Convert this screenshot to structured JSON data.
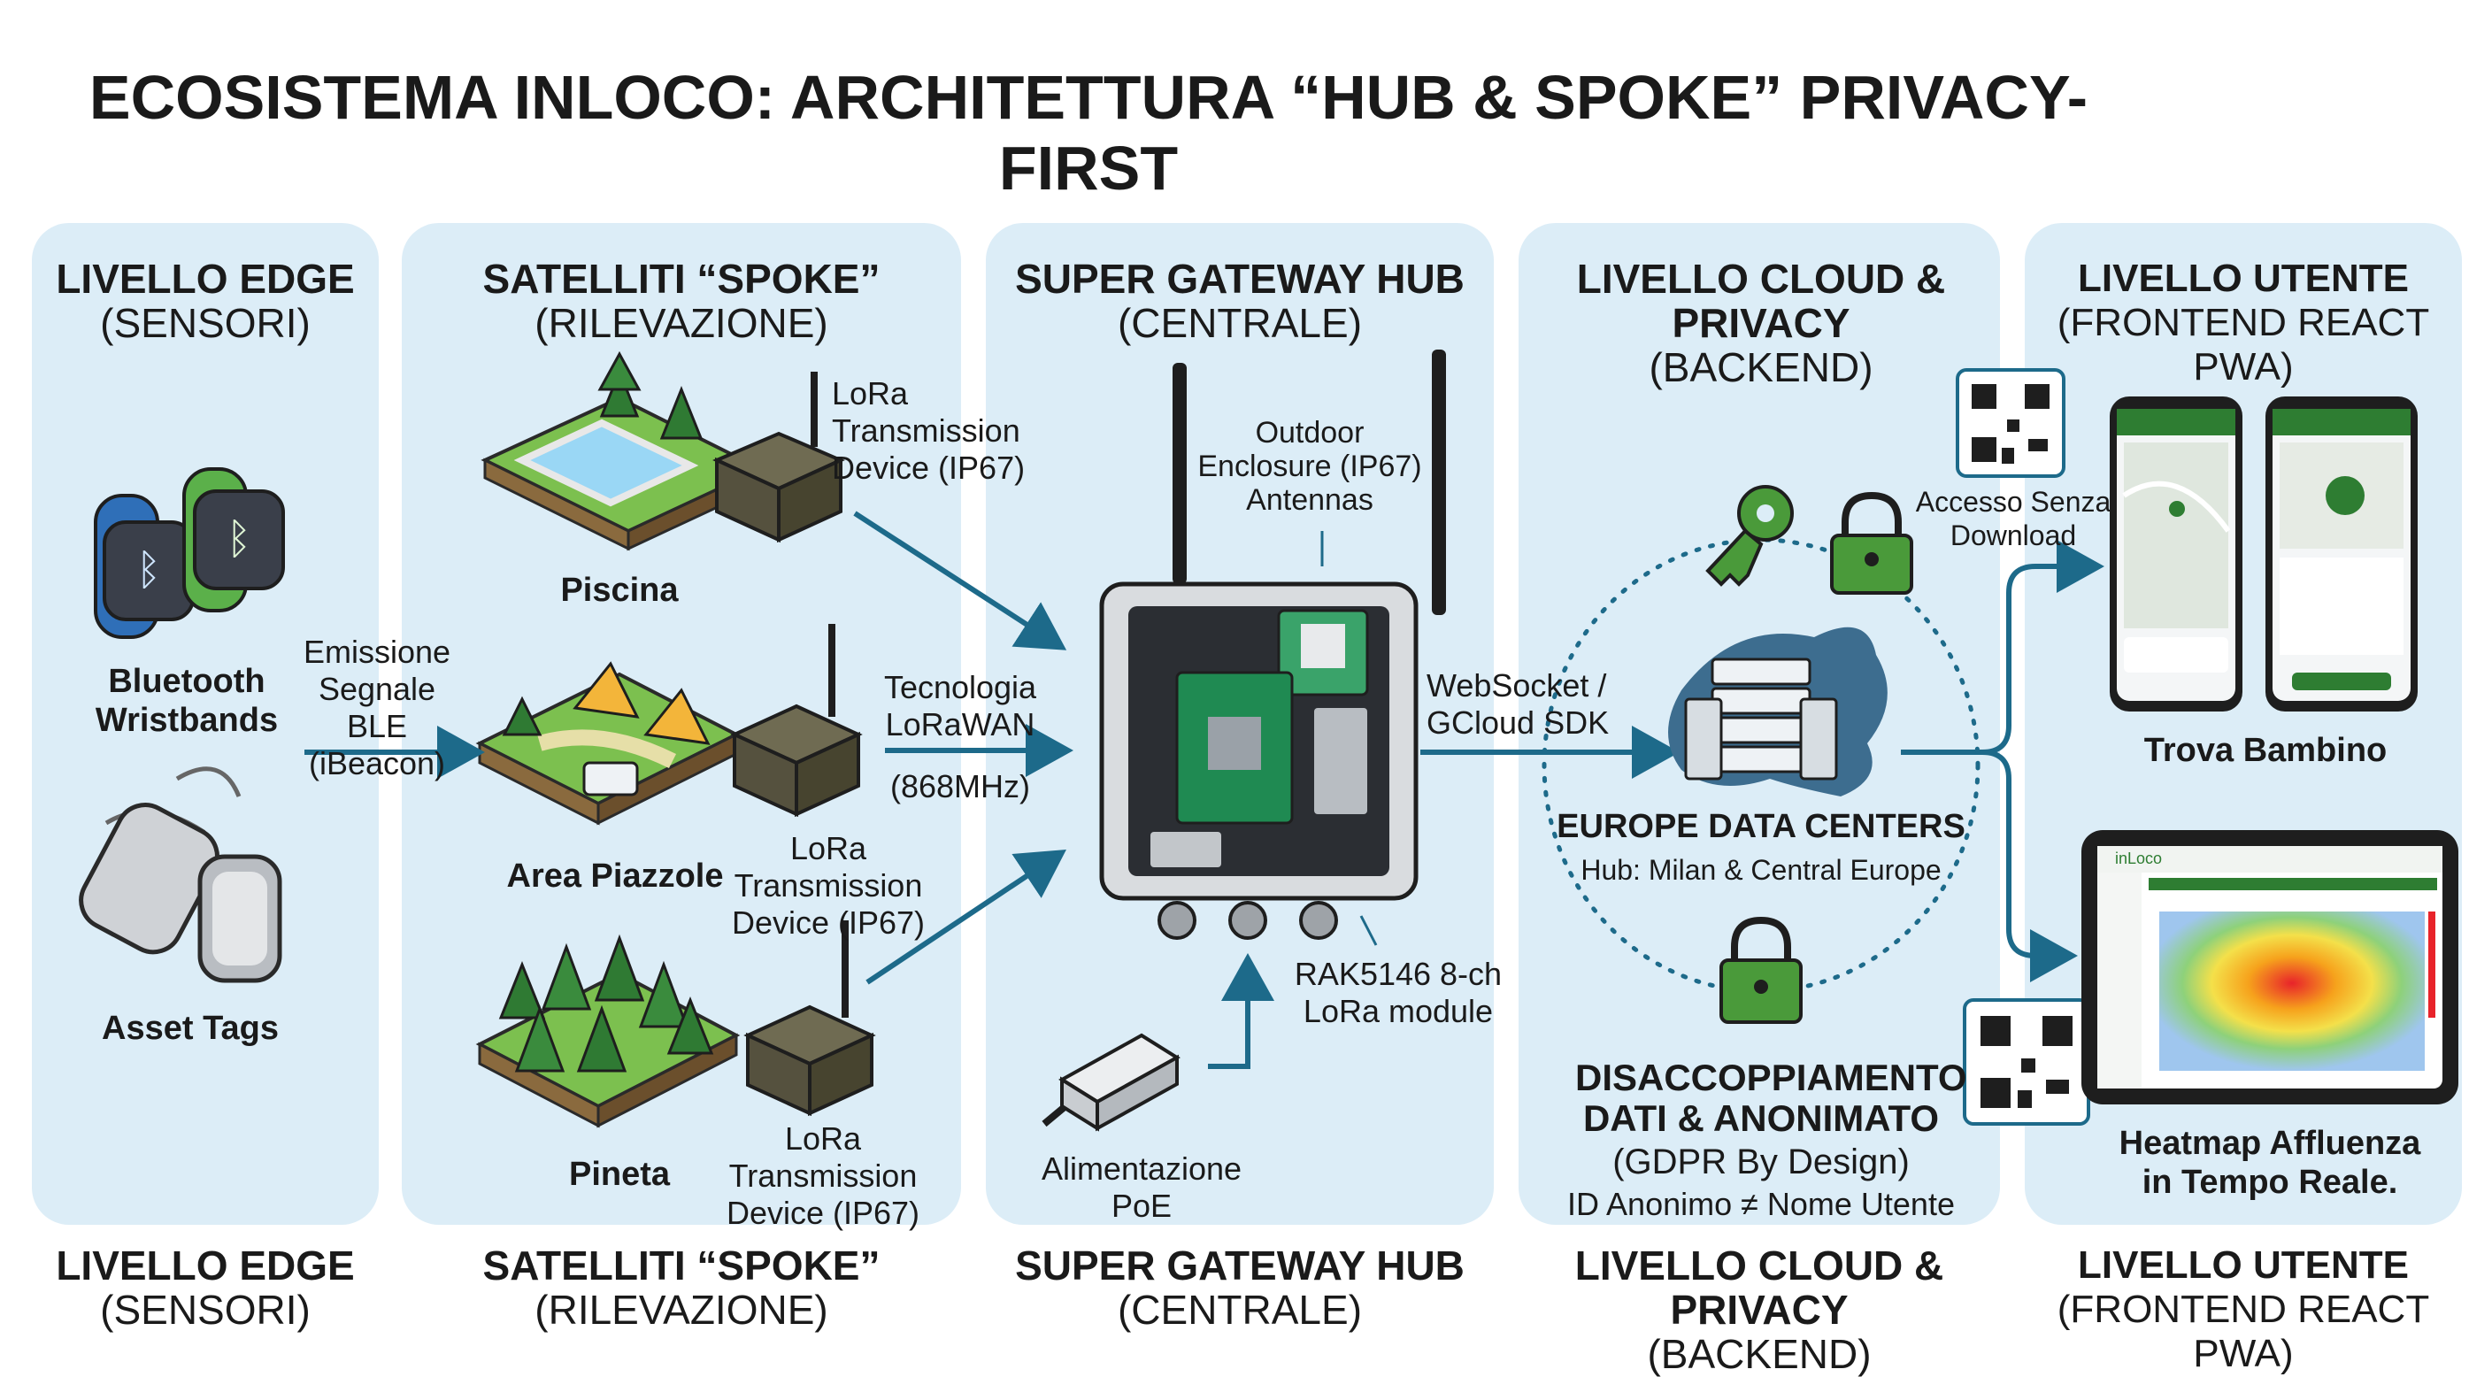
{
  "title": "ECOSISTEMA INLOCO: ARCHITETTURA “HUB & SPOKE” PRIVACY-FIRST",
  "columns": [
    {
      "title": "LIVELLO EDGE",
      "subtitle": "(SENSORI)"
    },
    {
      "title": "SATELLITI “SPOKE”",
      "subtitle": "(RILEVAZIONE)"
    },
    {
      "title": "SUPER GATEWAY HUB",
      "subtitle": "(CENTRALE)"
    },
    {
      "title": "LIVELLO CLOUD & PRIVACY",
      "subtitle": "(BACKEND)"
    },
    {
      "title": "LIVELLO UTENTE",
      "subtitle": "(FRONTEND REACT PWA)"
    }
  ],
  "footer": [
    {
      "title": "LIVELLO EDGE",
      "subtitle": "(SENSORI)"
    },
    {
      "title": "SATELLITI “SPOKE”",
      "subtitle": "(RILEVAZIONE)"
    },
    {
      "title": "SUPER GATEWAY HUB",
      "subtitle": "(CENTRALE)"
    },
    {
      "title": "LIVELLO CLOUD & PRIVACY",
      "subtitle": "(BACKEND)"
    },
    {
      "title": "LIVELLO UTENTE",
      "subtitle": "(FRONTEND REACT PWA)"
    }
  ],
  "edge": {
    "wristbands": "Bluetooth Wristbands",
    "tags": "Asset Tags",
    "ble": "Emissione Segnale BLE (iBeacon)"
  },
  "spoke": {
    "device_label": "LoRa Transmission Device (IP67)",
    "sites": [
      "Piscina",
      "Area Piazzole",
      "Pineta"
    ],
    "tech": "Tecnologia LoRaWAN",
    "freq": "(868MHz)"
  },
  "hub": {
    "outdoor": "Outdoor Enclosure (IP67) Antennas",
    "module": "RAK5146 8-ch LoRa module",
    "poe": "Alimentazione PoE",
    "websocket": "WebSocket / GCloud SDK"
  },
  "cloud": {
    "dc_title": "EUROPE DATA CENTERS",
    "dc_sub": "Hub: Milan & Central Europe",
    "privacy_title": "DISACCOPPIAMENTO DATI & ANONIMATO",
    "privacy_sub": "(GDPR By Design)",
    "privacy_id": "ID Anonimo ≠ Nome Utente"
  },
  "user": {
    "access": "Accesso Senza Download",
    "trova": "Trova Bambino",
    "heatmap": "Heatmap Affluenza in Tempo Reale.",
    "app_brand": "inLoco"
  },
  "colors": {
    "panel": "#dcedf7",
    "arrow": "#1d6a8a",
    "grass": "#7cc04f",
    "lock": "#4a9a3a"
  }
}
